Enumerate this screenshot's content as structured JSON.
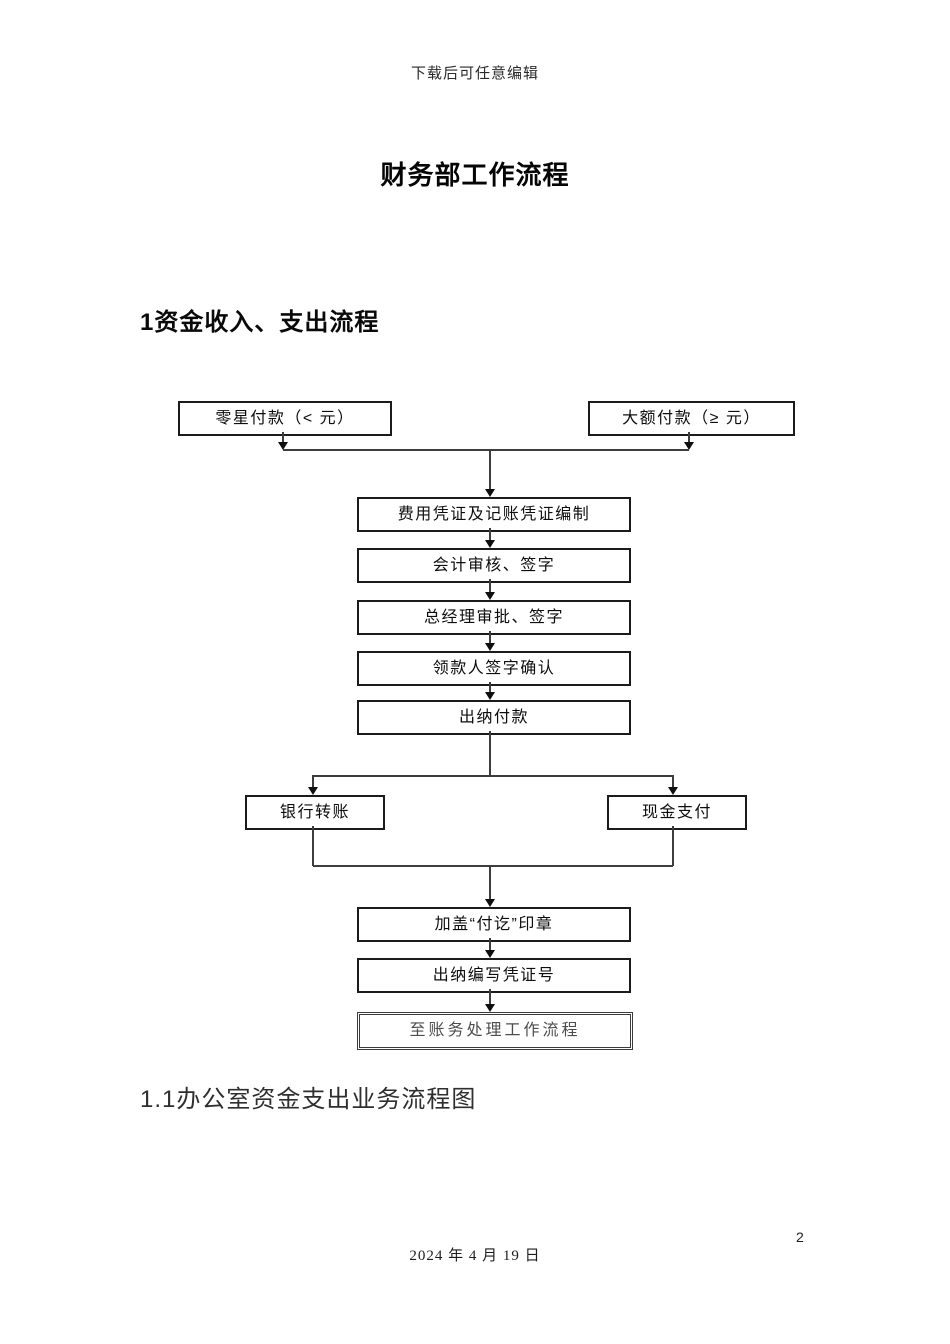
{
  "page": {
    "watermark": "下载后可任意编辑",
    "title": "财务部工作流程",
    "section_1": "1资金收入、支出流程",
    "section_1_1": "1.1办公室资金支出业务流程图",
    "footer_date": "2024 年 4 月 19 日",
    "page_number": "2"
  },
  "flowchart": {
    "start_left": "零星付款（< 元）",
    "start_right": "大额付款（≥ 元）",
    "steps": [
      "费用凭证及记账凭证编制",
      "会计审核、签字",
      "总经理审批、签字",
      "领款人签字确认",
      "出纳付款"
    ],
    "branch_left": "银行转账",
    "branch_right": "现金支付",
    "end_steps": [
      "加盖“付讫”印章",
      "出纳编写凭证号",
      "至账务处理工作流程"
    ]
  }
}
